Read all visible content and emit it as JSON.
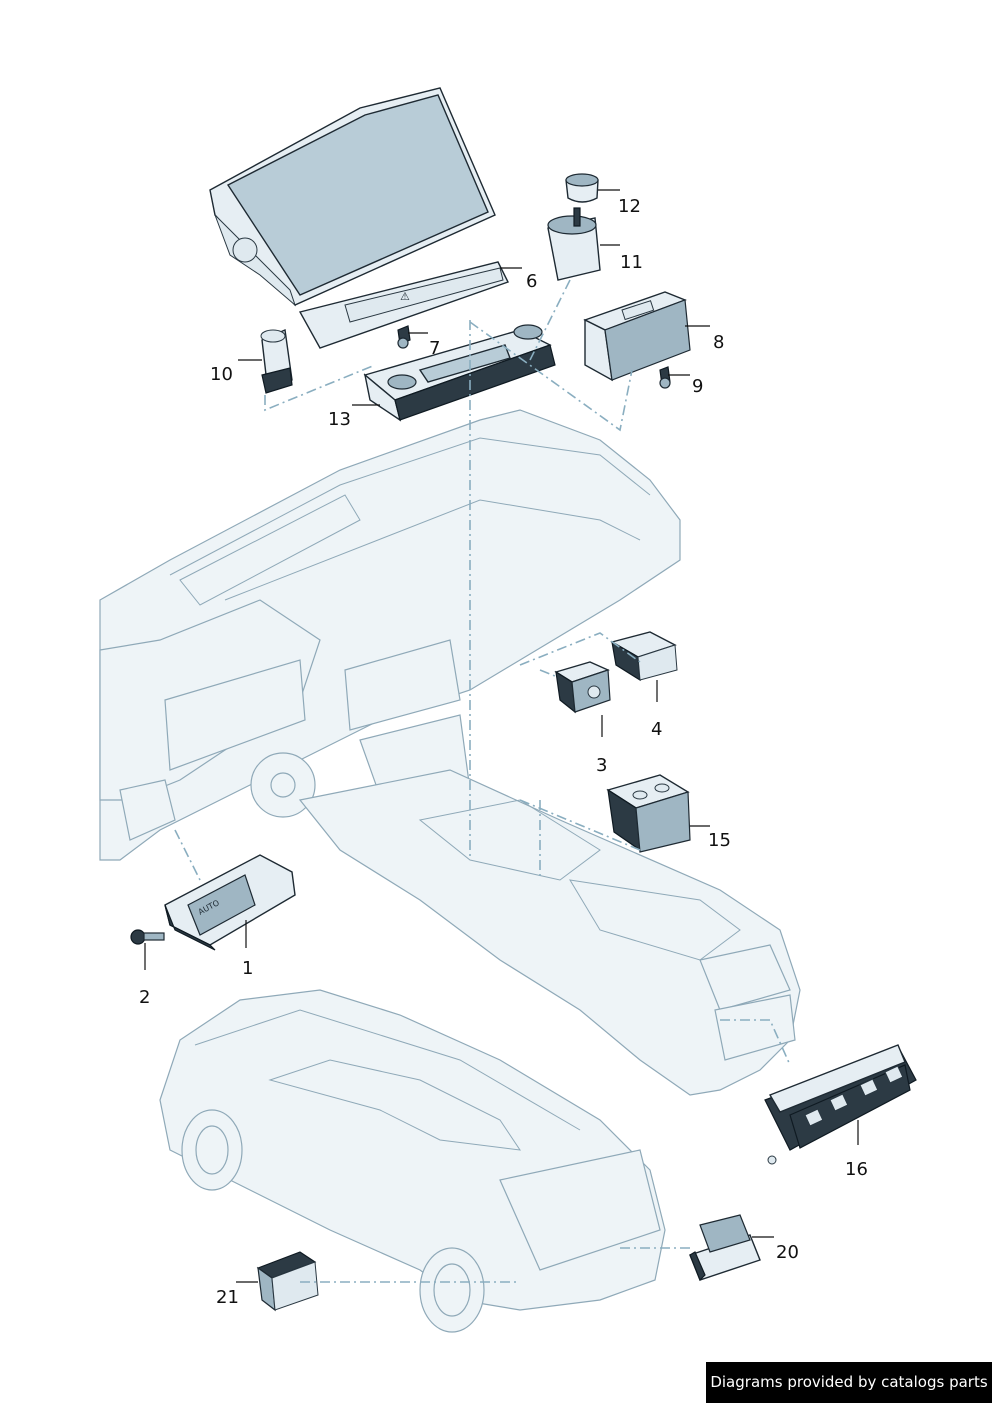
{
  "callouts": [
    "1",
    "2",
    "3",
    "4",
    "6",
    "7",
    "8",
    "9",
    "10",
    "11",
    "12",
    "13",
    "15",
    "16",
    "20",
    "21"
  ],
  "credit": "Diagrams provided by catalogs parts",
  "colors": {
    "line": "#1e2a33",
    "part_fill": "#e6eef3",
    "screen": "#b8ccd7",
    "leader_dash": "#8aaec0",
    "ghost": "#8fa9b8"
  }
}
